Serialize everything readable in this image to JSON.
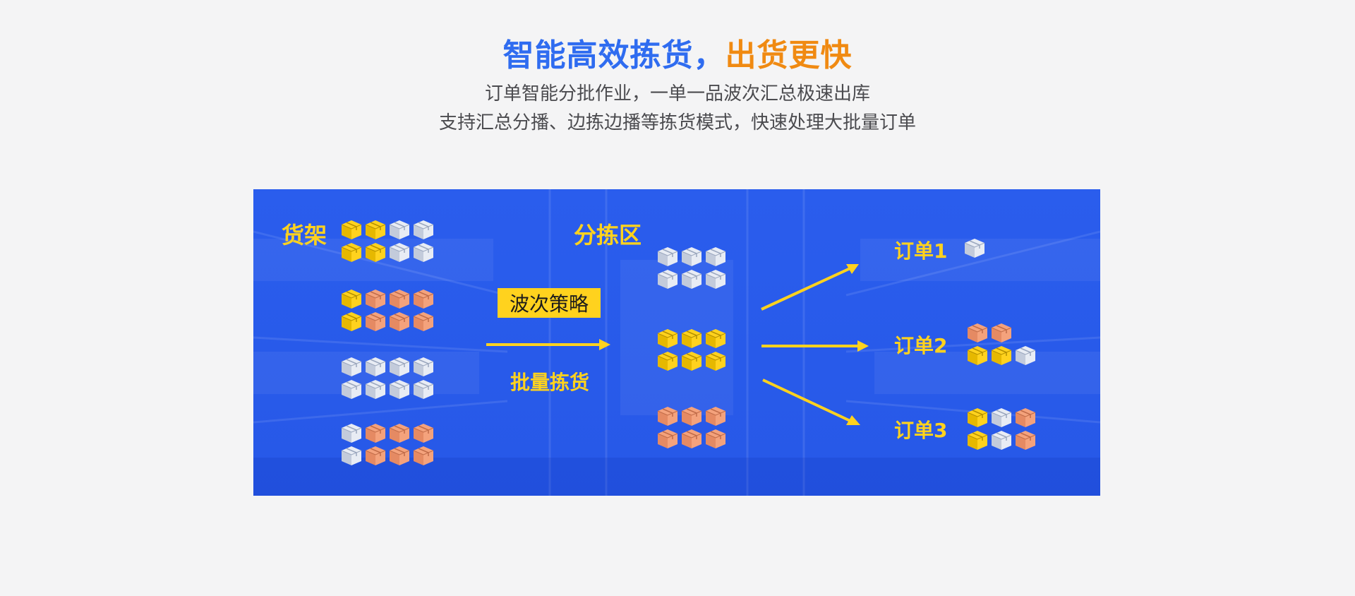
{
  "header": {
    "title_part1": "智能高效拣货，",
    "title_part2": "出货更快",
    "subtitle_line1": "订单智能分批作业，一单一品波次汇总极速出库",
    "subtitle_line2": "支持汇总分播、边拣边播等拣货模式，快速处理大批量订单"
  },
  "diagram": {
    "shelf_label": "货架",
    "zone_label": "分拣区",
    "wave_strategy": "波次策略",
    "batch_picking": "批量拣货",
    "orders": [
      "订单1",
      "订单2",
      "订单3"
    ]
  },
  "colors": {
    "title_blue": "#2f6cf0",
    "title_orange": "#f08a12",
    "banner_blue": "#2a5ded",
    "label_yellow": "#ffd21e",
    "box_white": "#e8ecf4",
    "box_yellow": "#ffd21e",
    "box_orange": "#f4a27c"
  }
}
